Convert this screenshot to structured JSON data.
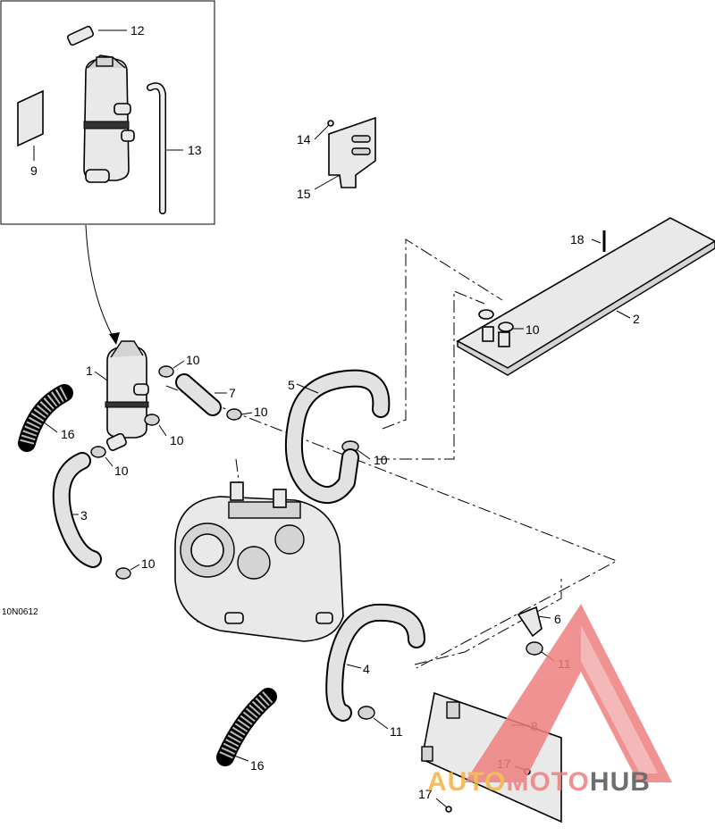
{
  "drawing_code": "10N0612",
  "callouts": {
    "c1": "1",
    "c2": "2",
    "c3": "3",
    "c4": "4",
    "c5": "5",
    "c6": "6",
    "c7": "7",
    "c8": "8",
    "c9": "9",
    "c10a": "10",
    "c10b": "10",
    "c10c": "10",
    "c10d": "10",
    "c10e": "10",
    "c10f": "10",
    "c10g": "10",
    "c11a": "11",
    "c11b": "11",
    "c12": "12",
    "c13": "13",
    "c14": "14",
    "c15": "15",
    "c16a": "16",
    "c16b": "16",
    "c17a": "17",
    "c17b": "17",
    "c18": "18"
  },
  "watermark": {
    "text": "AUTOMOTOHUB",
    "colors": {
      "triangle": "#ef8080",
      "auto": "#f4b240",
      "moto": "#ef8080",
      "hub": "#555555"
    }
  },
  "colors": {
    "line": "#000000",
    "part_fill": "#e9e9e9",
    "part_shade": "#d4d4d4"
  }
}
